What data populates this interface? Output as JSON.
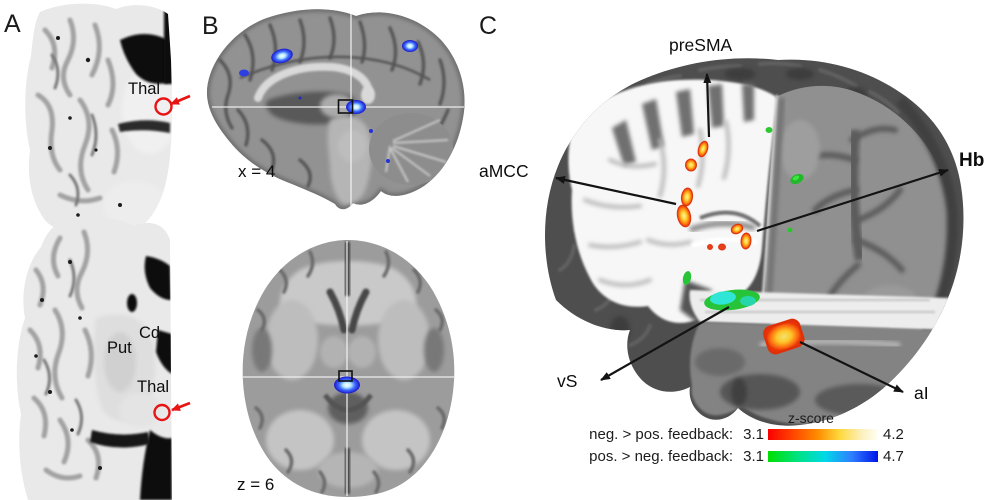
{
  "figure": {
    "background": "#ffffff",
    "panel_a": {
      "label": "A",
      "upper_slice": {
        "thal_label": "Thal"
      },
      "lower_slice": {
        "cd_label": "Cd",
        "put_label": "Put",
        "thal_label": "Thal"
      }
    },
    "panel_b": {
      "label": "B",
      "sagittal_coordinate": "x = 4",
      "axial_coordinate": "z = 6"
    },
    "panel_c": {
      "label": "C",
      "labels": {
        "presma": "preSMA",
        "amcc": "aMCC",
        "hb": "Hb",
        "vs": "vS",
        "ai": "aI"
      },
      "legend": {
        "title": "z-score",
        "rows": [
          {
            "label": "neg. > pos. feedback:",
            "min": "3.1",
            "max": "4.2",
            "colors": [
              "#f80000",
              "#ff8c00",
              "#ffd83c",
              "#fffef4"
            ]
          },
          {
            "label": "pos. > neg. feedback:",
            "min": "3.1",
            "max": "4.7",
            "colors": [
              "#00df00",
              "#00d8e8",
              "#2f7fff",
              "#0113e8"
            ]
          }
        ]
      }
    },
    "annotation_colors": {
      "marker_red": "#e81313",
      "arrow_black": "#131313",
      "hot_activation": "#ff8912",
      "cool_activation_blue": "#3f6bff",
      "cool_activation_green": "#27c43a"
    }
  }
}
